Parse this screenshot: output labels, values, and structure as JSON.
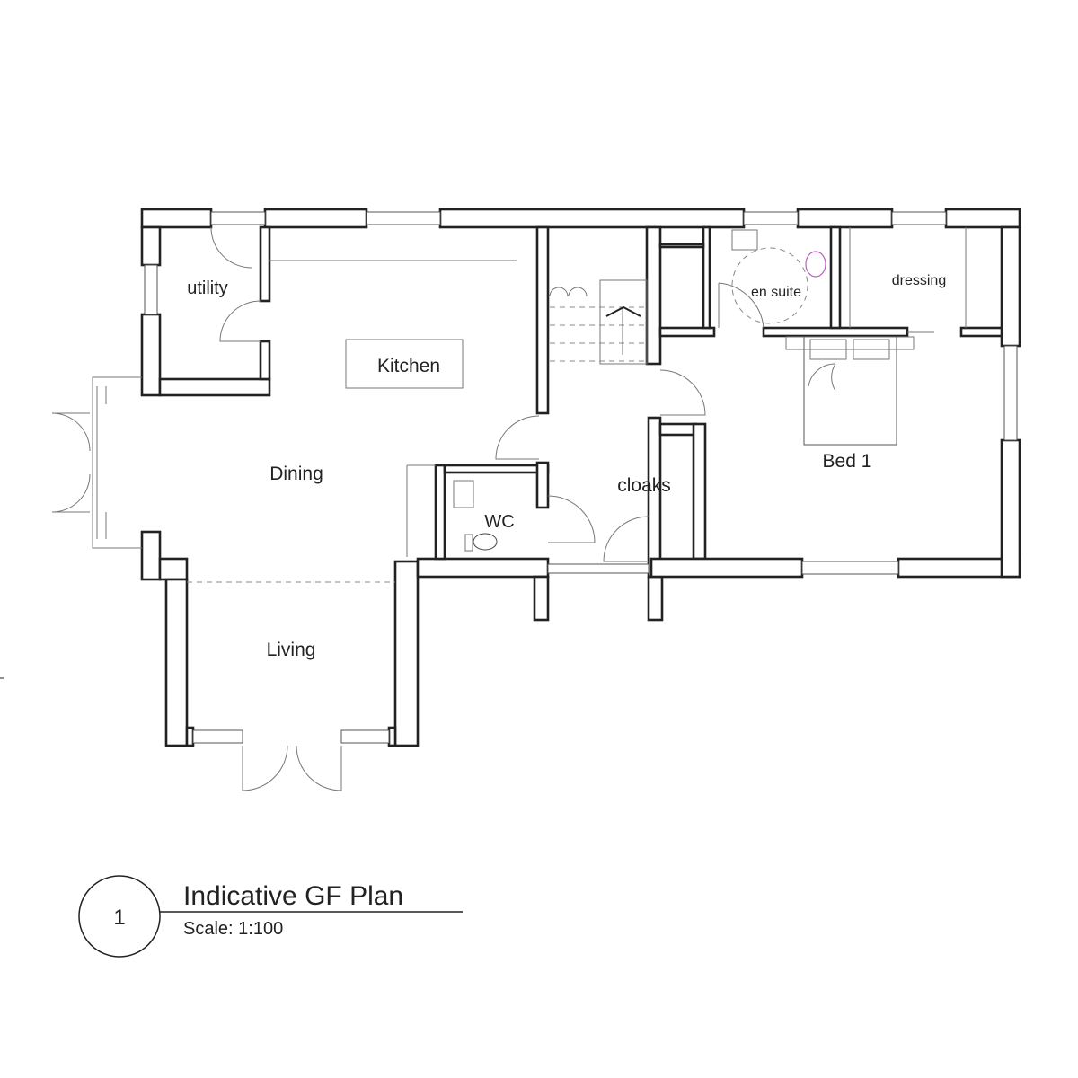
{
  "plan": {
    "rooms": {
      "utility": "utility",
      "kitchen": "Kitchen",
      "dining": "Dining",
      "living": "Living",
      "wc": "WC",
      "cloaks": "cloaks",
      "en_suite": "en suite",
      "dressing": "dressing",
      "bed1": "Bed 1"
    },
    "colors": {
      "wall": "#222222",
      "sanitary": "#c05cc0"
    }
  },
  "title_block": {
    "number": "1",
    "title": "Indicative GF Plan",
    "scale": "Scale: 1:100"
  }
}
